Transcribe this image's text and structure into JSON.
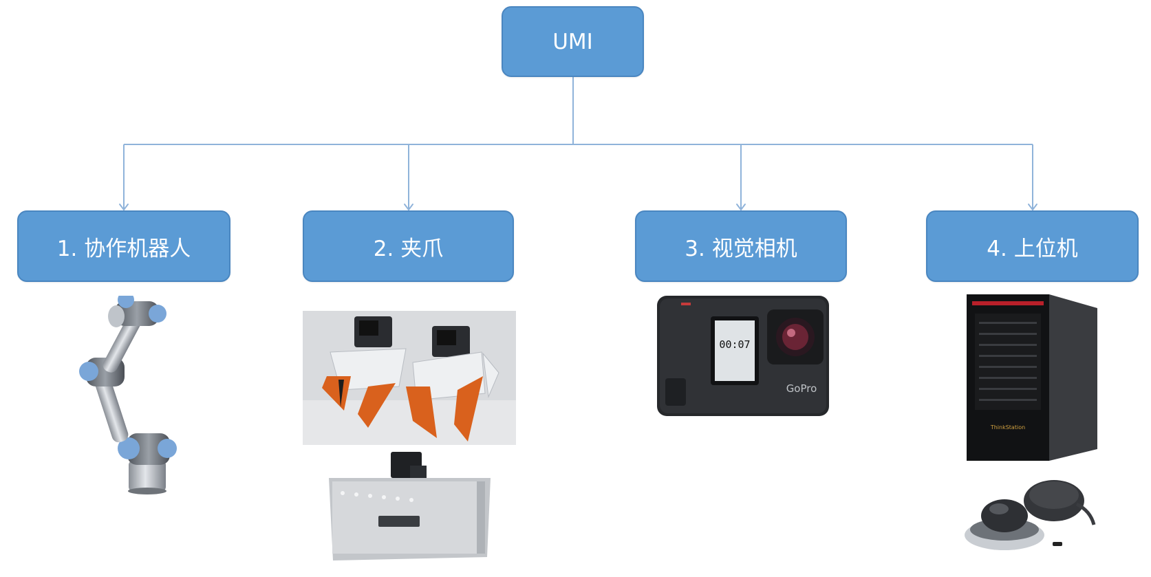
{
  "root": {
    "label": "UMI"
  },
  "nodes": [
    {
      "label": "1. 协作机器人"
    },
    {
      "label": "2. 夹爪"
    },
    {
      "label": "3. 视觉相机"
    },
    {
      "label": "4. 上位机"
    }
  ],
  "camera": {
    "screen_time": "00:07",
    "brand": "GoPro"
  },
  "workstation": {
    "brand": "ThinkStation"
  },
  "colors": {
    "box_fill": "#5b9bd5",
    "box_border": "#4a86c0",
    "connector": "#8fb3da",
    "text": "#ffffff"
  }
}
